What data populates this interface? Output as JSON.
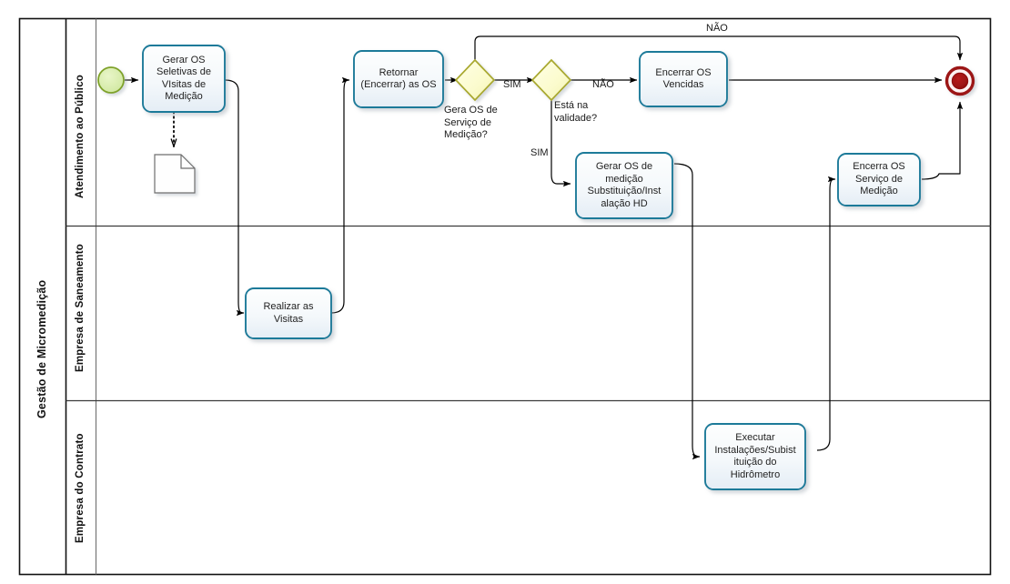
{
  "diagram": {
    "type": "bpmn-process",
    "pool": {
      "name": "Gestão de Micromedição",
      "lanes": [
        {
          "id": "lane-atendimento",
          "name": "Atendimento ao Público"
        },
        {
          "id": "lane-saneamento",
          "name": "Empresa de Saneamento"
        },
        {
          "id": "lane-contrato",
          "name": "Empresa do Contrato"
        }
      ]
    },
    "events": [
      {
        "id": "start-event",
        "kind": "start",
        "label": "",
        "fill": "#d7edab",
        "stroke": "#7fa22a"
      },
      {
        "id": "end-event",
        "kind": "end",
        "label": "",
        "fill": "#a11212",
        "stroke": "#9c1414"
      }
    ],
    "tasks": [
      {
        "id": "task-gerar-os-seletivas",
        "label": "Gerar OS Seletivas  de VIsitas de Medição"
      },
      {
        "id": "task-realizar-visitas",
        "label": "Realizar as Visitas"
      },
      {
        "id": "task-retornar-encerrar-os",
        "label": "Retornar (Encerrar) as OS"
      },
      {
        "id": "task-encerrar-os-vencidas",
        "label": "Encerrar OS Vencidas"
      },
      {
        "id": "task-gerar-os-medicao",
        "label": "Gerar OS  de medição Substituição/Inst alação HD"
      },
      {
        "id": "task-executar-instalacoes",
        "label": "Executar Instalações/Subist ituição do Hidrômetro"
      },
      {
        "id": "task-encerra-os-servico",
        "label": "Encerra OS Serviço de Medição"
      }
    ],
    "gateways": [
      {
        "id": "gateway-gera-os-servico",
        "label": "Gera OS de Serviço de Medição?"
      },
      {
        "id": "gateway-esta-validade",
        "label": "Está na validade?"
      }
    ],
    "data_objects": [
      {
        "id": "data-object-1",
        "label": ""
      }
    ],
    "flow_labels": [
      {
        "id": "flow-label-nao-top",
        "text": "NÃO"
      },
      {
        "id": "flow-label-sim-1",
        "text": "SIM"
      },
      {
        "id": "flow-label-nao-1",
        "text": "NÃO"
      },
      {
        "id": "flow-label-sim-2",
        "text": "SIM"
      }
    ],
    "colors": {
      "task_stroke": "#1f7a99",
      "task_fill_top": "#fbfdfe",
      "task_fill_bottom": "#e8eff6",
      "gateway_stroke": "#a8a82e",
      "gateway_fill": "#fcfcd0",
      "start_stroke": "#7fa22a",
      "start_fill": "#d7edab",
      "end_stroke": "#9c1414",
      "end_fill": "#a11212",
      "connector": "#000000",
      "lane_border": "#111111",
      "lane_divider": "#6e6e6e",
      "data_object_stroke": "#6e6e6e"
    }
  }
}
